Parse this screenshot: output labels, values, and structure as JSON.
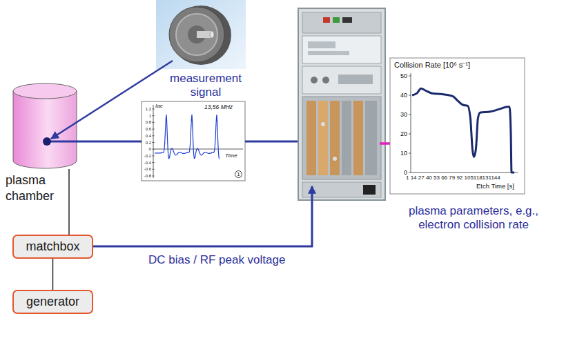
{
  "diagram": {
    "nodes": [
      {
        "text": [
          "plasma chamber"
        ]
      },
      {
        "text": [
          "matchbox"
        ]
      },
      {
        "text": [
          "generator"
        ]
      }
    ],
    "edges": [
      {
        "from": 0,
        "to": 1,
        "arrow": "none"
      },
      {
        "from": 1,
        "to": 2,
        "arrow": "none"
      }
    ],
    "labels": [
      "measurement signal",
      "Iac",
      "13,56 MHz",
      "Time",
      "1",
      "1.2",
      "1",
      "0.8",
      "0.6",
      "0.4",
      "0.2",
      "0",
      "-0.2",
      "-0.4",
      "-0.6",
      "-0.8",
      "Collision Rate [10⁶ s⁻¹]",
      "50",
      "40",
      "30",
      "20",
      "10",
      "0",
      "1 14 27 40 53 66 79 92 105118131144",
      "Etch Time [s]",
      "plasma parameters, e.g., electron collision rate",
      "DC bias / RF peak voltage"
    ]
  }
}
